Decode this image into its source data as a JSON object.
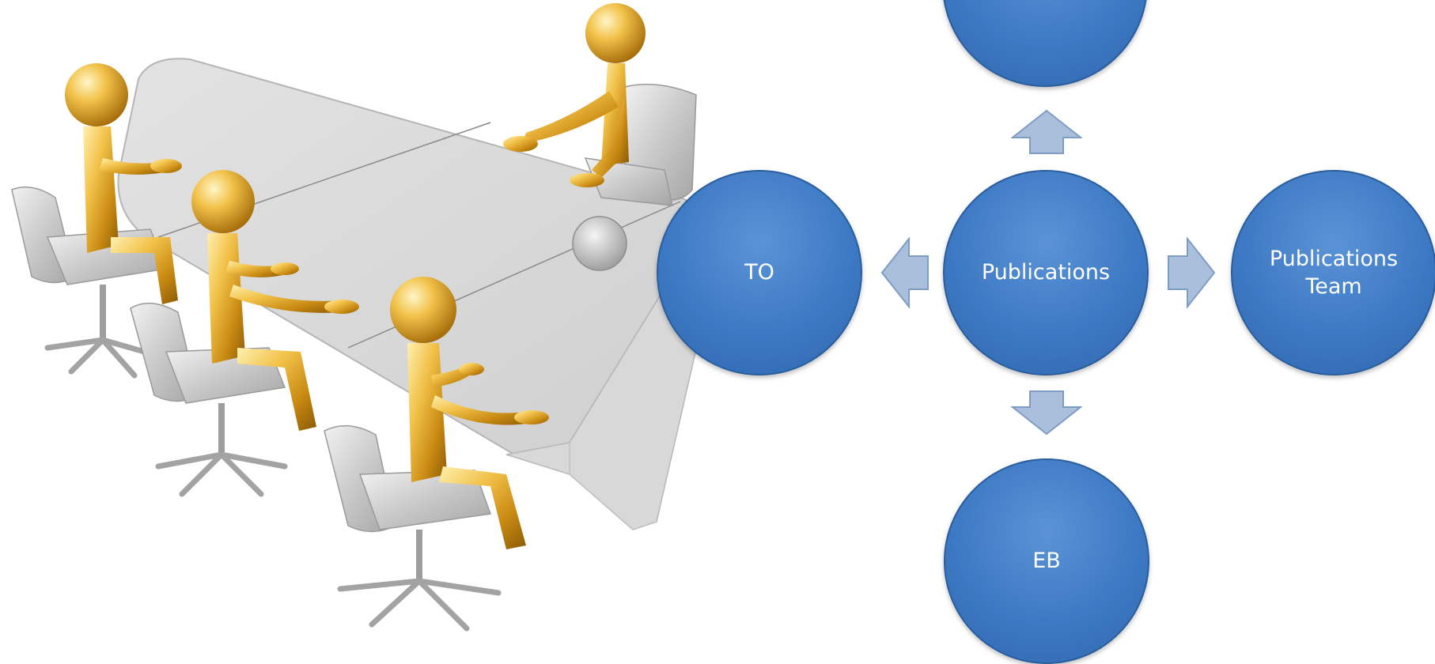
{
  "diagram": {
    "nodes": {
      "top": "",
      "left": "TO",
      "center": "Publications",
      "right": "Publications\nTeam",
      "bottom": "EB"
    },
    "colors": {
      "node_fill": "#3d79c4",
      "node_border": "#2a5d9e",
      "arrow_fill": "#a9bfdc",
      "arrow_stroke": "#7f9cc3"
    }
  },
  "illustration": {
    "description_icon": "meeting-figures-icon"
  }
}
